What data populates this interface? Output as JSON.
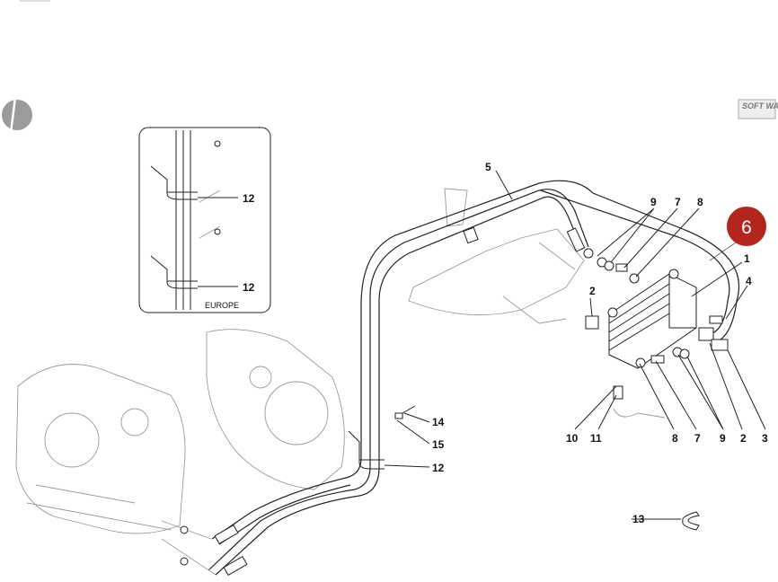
{
  "diagram": {
    "page_badge": {
      "text": "6",
      "color": "#b3261e"
    },
    "logo": {
      "text": "SOFT WAY"
    },
    "inset": {
      "caption": "EUROPE",
      "labels": [
        "12",
        "12"
      ]
    },
    "callouts": {
      "c5": "5",
      "c9a": "9",
      "c7a": "7",
      "c8a": "8",
      "c1": "1",
      "c4": "4",
      "c2a": "2",
      "c10": "10",
      "c11": "11",
      "c8b": "8",
      "c7b": "7",
      "c9b": "9",
      "c2b": "2",
      "c3": "3",
      "c14": "14",
      "c15": "15",
      "c12": "12",
      "c13": "13"
    },
    "icons": [
      "rotation-disc-icon",
      "softway-logo"
    ]
  }
}
